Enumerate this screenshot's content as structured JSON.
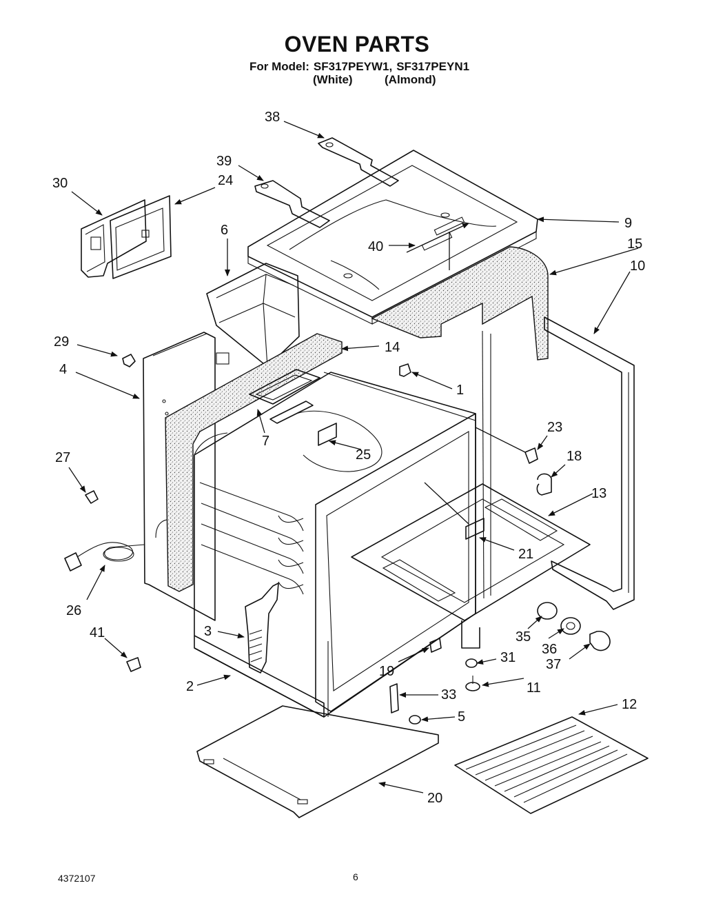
{
  "header": {
    "title": "OVEN PARTS",
    "model_prefix": "For Model:",
    "model_a": "SF317PEYW1,",
    "model_b": "SF317PEYN1",
    "color_a": "(White)",
    "color_b": "(Almond)"
  },
  "footer": {
    "doc_code": "4372107",
    "page": "6"
  },
  "labels": {
    "p1": "1",
    "p2": "2",
    "p3": "3",
    "p4": "4",
    "p5": "5",
    "p6": "6",
    "p7": "7",
    "p9": "9",
    "p10": "10",
    "p11": "11",
    "p12": "12",
    "p13": "13",
    "p14": "14",
    "p15": "15",
    "p18": "18",
    "p19": "19",
    "p20": "20",
    "p21": "21",
    "p23": "23",
    "p24": "24",
    "p25": "25",
    "p26": "26",
    "p27": "27",
    "p29": "29",
    "p30": "30",
    "p31": "31",
    "p33": "33",
    "p35": "35",
    "p36": "36",
    "p37": "37",
    "p38": "38",
    "p39": "39",
    "p40": "40",
    "p41": "41"
  }
}
